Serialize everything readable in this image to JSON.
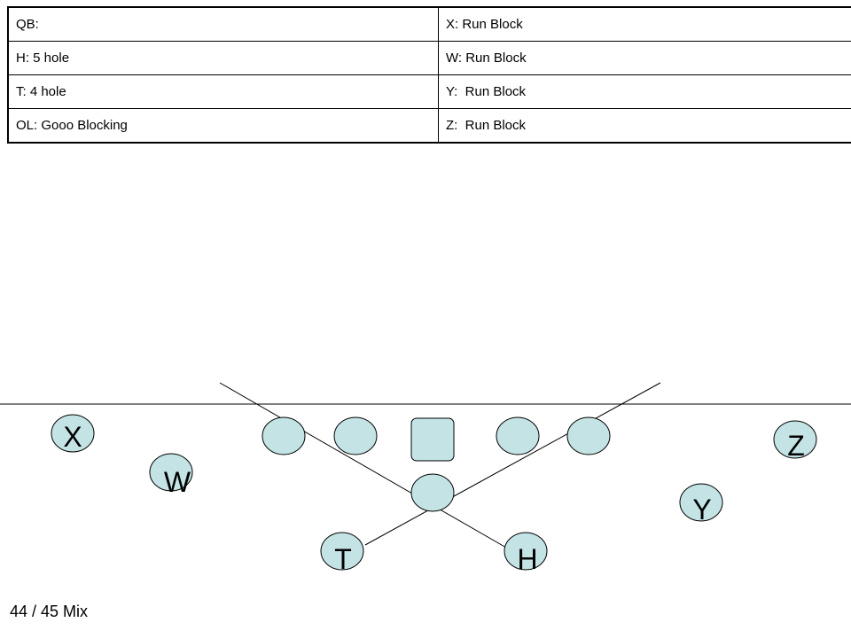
{
  "assignments": [
    {
      "left": "QB:",
      "right": "X: Run Block"
    },
    {
      "left": "H: 5 hole",
      "right": "W: Run Block"
    },
    {
      "left": "T: 4 hole",
      "right": "Y:  Run Block"
    },
    {
      "left": "OL: Gooo Blocking",
      "right": "Z:  Run Block"
    }
  ],
  "players": {
    "x": "X",
    "w": "W",
    "y": "Y",
    "z": "Z",
    "t": "T",
    "h": "H"
  },
  "play_name": "44 / 45 Mix",
  "colors": {
    "player_fill": "#c4e3e5",
    "stroke": "#000000"
  }
}
